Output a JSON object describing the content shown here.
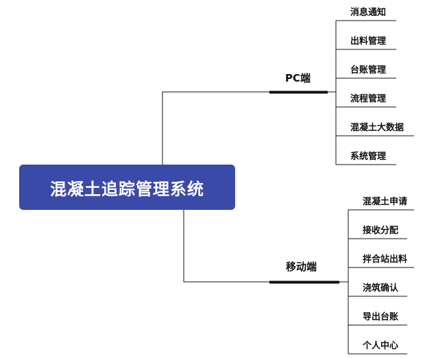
{
  "root": {
    "title": "混凝土追踪管理系统"
  },
  "branches": [
    {
      "label": "PC端",
      "items": [
        "消息通知",
        "出料管理",
        "台账管理",
        "流程管理",
        "混凝土大数据",
        "系统管理"
      ]
    },
    {
      "label": "移动端",
      "items": [
        "混凝土申请",
        "接收分配",
        "拌合站出料",
        "浇筑确认",
        "导出台账",
        "个人中心"
      ]
    }
  ],
  "colors": {
    "root_bg": "#3a4aa8",
    "line": "#111111"
  }
}
